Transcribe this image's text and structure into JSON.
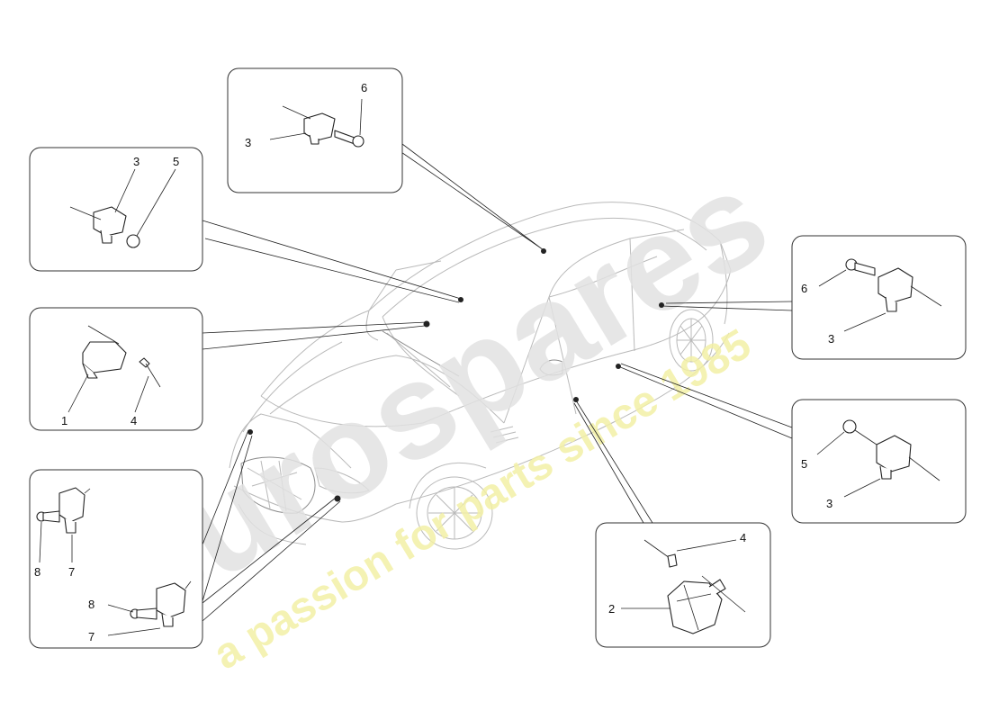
{
  "watermark": {
    "brand": "eurospares",
    "tagline": "a passion for parts since 1985",
    "brand_color": "#e2e2e2",
    "tagline_color": "#f3f0a6"
  },
  "callouts": [
    {
      "id": "top",
      "labels": [
        "6",
        "3"
      ]
    },
    {
      "id": "upper-left",
      "labels": [
        "3",
        "5"
      ]
    },
    {
      "id": "mid-left",
      "labels": [
        "1",
        "4"
      ]
    },
    {
      "id": "lower-left",
      "labels": [
        "8",
        "7",
        "8",
        "7"
      ]
    },
    {
      "id": "right-top",
      "labels": [
        "6",
        "3"
      ]
    },
    {
      "id": "right-mid",
      "labels": [
        "5",
        "3"
      ]
    },
    {
      "id": "bottom-center",
      "labels": [
        "4",
        "2"
      ]
    }
  ]
}
